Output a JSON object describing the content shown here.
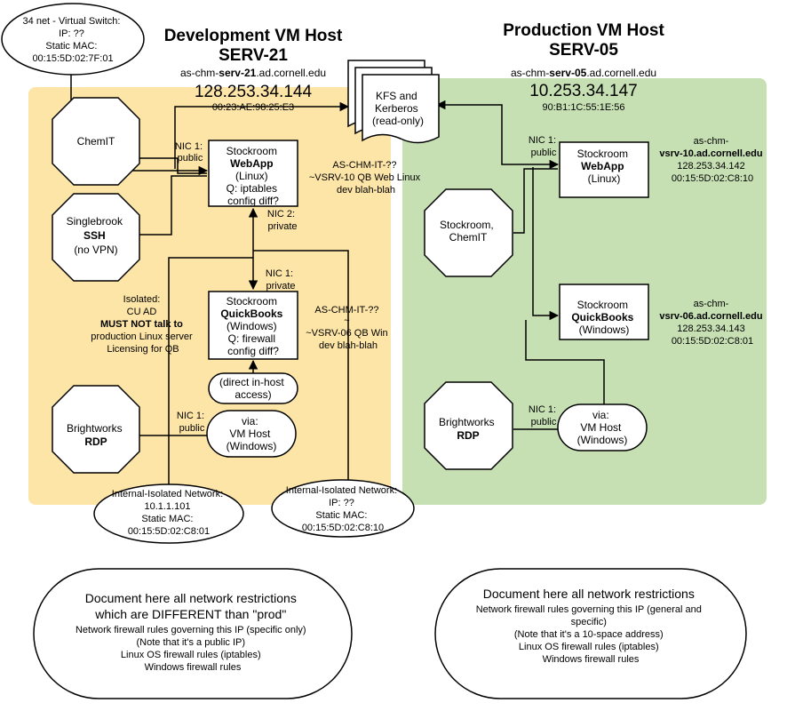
{
  "colors": {
    "dev_band": "#fde5a8",
    "prod_band": "#c6e0b4",
    "line": "#000000",
    "node_fill": "#ffffff"
  },
  "dev_host": {
    "title1": "Development VM Host",
    "title2": "SERV-21",
    "fqdn_pre": "as-chm-",
    "fqdn_bold": "serv-21",
    "fqdn_post": ".ad.cornell.edu",
    "ip": "128.253.34.144",
    "mac": "00:23:AE:98:25:E3"
  },
  "prod_host": {
    "title1": "Production VM Host",
    "title2": "SERV-05",
    "fqdn_pre": "as-chm-",
    "fqdn_bold": "serv-05",
    "fqdn_post": ".ad.cornell.edu",
    "ip": "10.253.34.147",
    "mac": "90:B1:1C:55:1E:56"
  },
  "vswitch": {
    "lines": [
      "34 net - Virtual Switch:",
      "IP: ??",
      "Static MAC:",
      "00:15:5D:02:7F:01"
    ]
  },
  "kfs": {
    "lines": [
      "KFS and",
      "Kerberos",
      "(read-only)"
    ]
  },
  "dev": {
    "chemit": "ChemIT",
    "singlebrook": [
      "Singlebrook",
      "SSH",
      "(no VPN)"
    ],
    "brightworks": [
      "Brightworks",
      "RDP"
    ],
    "nic1_public": [
      "NIC 1:",
      "public"
    ],
    "nic2_private": [
      "NIC 2:",
      "private"
    ],
    "nic1_private": [
      "NIC 1:",
      "private"
    ],
    "nic1_public_rdp": [
      "NIC 1:",
      "public"
    ],
    "webapp": [
      "Stockroom",
      "WebApp",
      "(Linux)",
      "Q: iptables",
      "config diff?"
    ],
    "quickbooks": [
      "Stockroom",
      "QuickBooks",
      "(Windows)",
      "Q: firewall",
      "config diff?"
    ],
    "direct": [
      "(direct in-host",
      "access)"
    ],
    "via": [
      "via:",
      "VM Host",
      "(Windows)"
    ],
    "isolated_note": [
      "Isolated:",
      "CU AD",
      "MUST NOT talk to",
      "production Linux server",
      "Licensing for QB"
    ],
    "vsrv10_note": [
      "AS-CHM-IT-??",
      "~VSRV-10 QB Web Linux",
      "dev blah-blah"
    ],
    "vsrv06_note": [
      "AS-CHM-IT-??",
      "~",
      "~VSRV-06 QB Win",
      "dev blah-blah"
    ],
    "net1": [
      "Internal-Isolated Network:",
      "10.1.1.101",
      "Static MAC:",
      "00:15:5D:02:C8:01"
    ],
    "net2": [
      "Internal-Isolated Network:",
      "IP: ??",
      "Static MAC:",
      "00:15:5D:02:C8:10"
    ],
    "doc": [
      "Document here all network restrictions",
      "which are DIFFERENT than \"prod\"",
      "Network firewall rules governing this IP (specific only)",
      "(Note that it's a public IP)",
      "Linux OS firewall rules (iptables)",
      "Windows firewall rules"
    ]
  },
  "prod": {
    "chemit": [
      "Stockroom,",
      "ChemIT"
    ],
    "brightworks": [
      "Brightworks",
      "RDP"
    ],
    "nic1_public": [
      "NIC 1:",
      "public"
    ],
    "nic1_public_rdp": [
      "NIC 1:",
      "public"
    ],
    "webapp": [
      "Stockroom",
      "WebApp",
      "(Linux)"
    ],
    "quickbooks": [
      "Stockroom",
      "QuickBooks",
      "(Windows)"
    ],
    "via": [
      "via:",
      "VM Host",
      "(Windows)"
    ],
    "vsrv10_label": [
      "as-chm-",
      "vsrv-10.ad.cornell.edu",
      "128.253.34.142",
      "00:15:5D:02:C8:10"
    ],
    "vsrv06_label": [
      "as-chm-",
      "vsrv-06.ad.cornell.edu",
      "128.253.34.143",
      "00:15:5D:02:C8:01"
    ],
    "doc": [
      "Document here all network restrictions",
      "Network firewall rules governing this IP (general and",
      "specific)",
      "(Note that it's a 10-space address)",
      "Linux OS firewall rules (iptables)",
      "Windows firewall rules"
    ]
  }
}
